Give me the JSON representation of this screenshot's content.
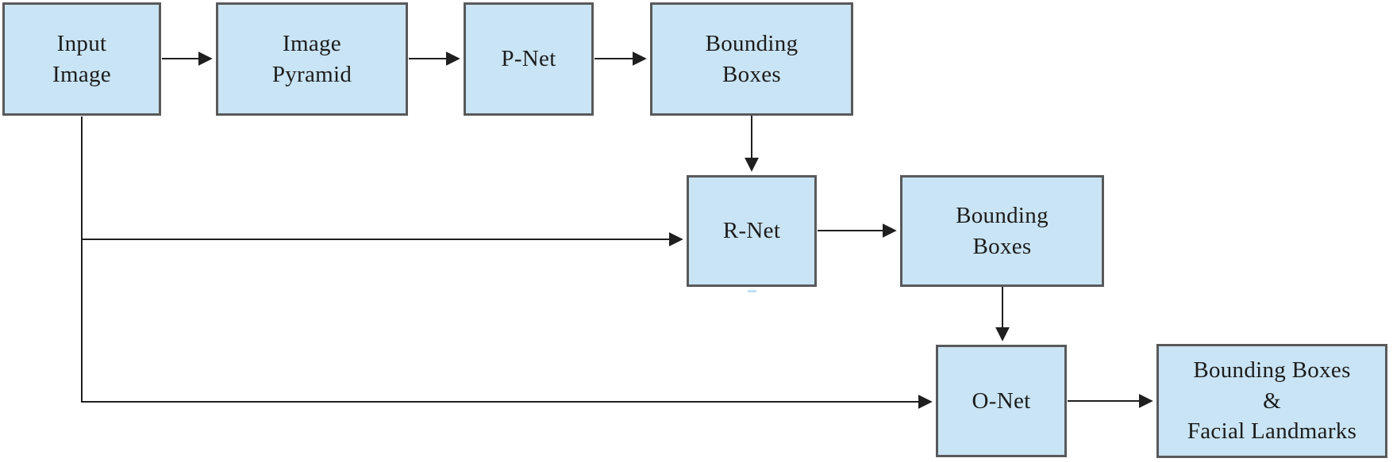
{
  "nodes": {
    "input_image": {
      "label": "Input\nImage"
    },
    "image_pyramid": {
      "label": "Image\nPyramid"
    },
    "p_net": {
      "label": "P-Net"
    },
    "bounding_boxes_1": {
      "label": "Bounding\nBoxes"
    },
    "r_net": {
      "label": "R-Net"
    },
    "bounding_boxes_2": {
      "label": "Bounding\nBoxes"
    },
    "o_net": {
      "label": "O-Net"
    },
    "output": {
      "label": "Bounding Boxes\n&\nFacial Landmarks"
    }
  },
  "edges": [
    {
      "from": "input_image",
      "to": "image_pyramid"
    },
    {
      "from": "image_pyramid",
      "to": "p_net"
    },
    {
      "from": "p_net",
      "to": "bounding_boxes_1"
    },
    {
      "from": "bounding_boxes_1",
      "to": "r_net"
    },
    {
      "from": "input_image",
      "to": "r_net"
    },
    {
      "from": "r_net",
      "to": "bounding_boxes_2"
    },
    {
      "from": "bounding_boxes_2",
      "to": "o_net"
    },
    {
      "from": "input_image",
      "to": "o_net"
    },
    {
      "from": "o_net",
      "to": "output"
    }
  ],
  "colors": {
    "node_fill": "#c9e4f4",
    "node_border": "#58595b",
    "connector": "#1f1f1f",
    "text": "#1c1c1c",
    "background": "#ffffff"
  }
}
